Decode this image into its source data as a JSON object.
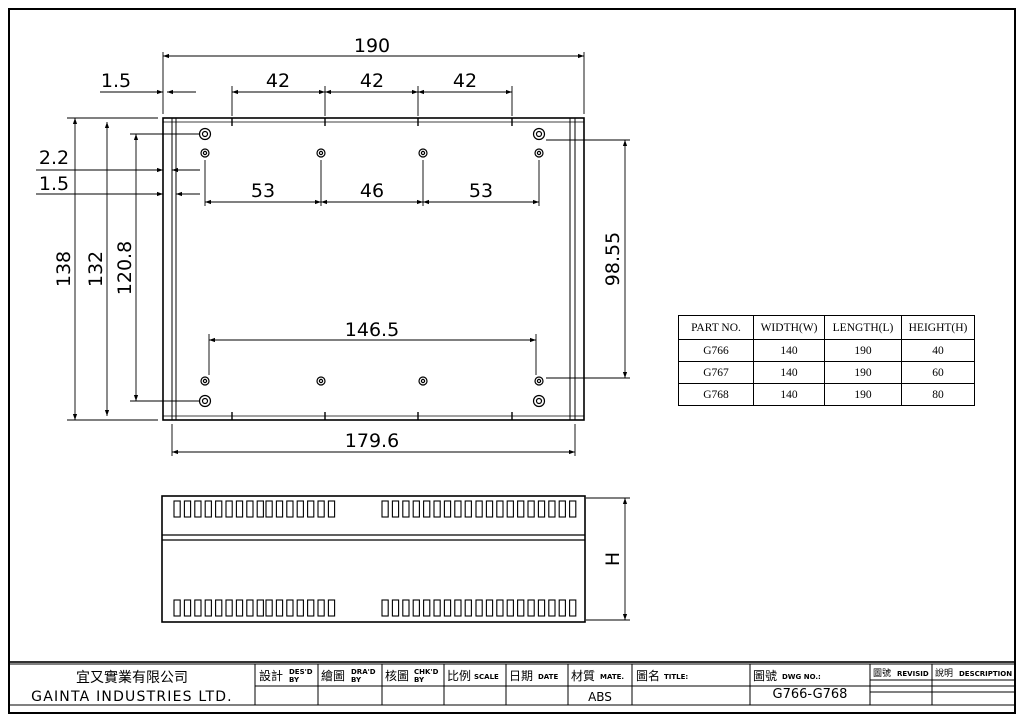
{
  "dimensions": {
    "overall_length": "190",
    "wall_offset_top": "1.5",
    "hole_pitch_1": "42",
    "hole_pitch_2": "42",
    "hole_pitch_3": "42",
    "edge_offset_a": "2.2",
    "edge_offset_b": "1.5",
    "span_left": "53",
    "span_mid": "46",
    "span_right": "53",
    "overall_width": "138",
    "inner_width": "132",
    "hole_spacing_v": "120.8",
    "right_hole_spacing": "98.55",
    "bottom_hole_span": "146.5",
    "inner_length": "179.6",
    "height_symbol": "H"
  },
  "spec_table": {
    "headers": [
      "PART NO.",
      "WIDTH(W)",
      "LENGTH(L)",
      "HEIGHT(H)"
    ],
    "rows": [
      [
        "G766",
        "140",
        "190",
        "40"
      ],
      [
        "G767",
        "140",
        "190",
        "60"
      ],
      [
        "G768",
        "140",
        "190",
        "80"
      ]
    ]
  },
  "title_block": {
    "company_cn": "宜又實業有限公司",
    "company_en": "GAINTA INDUSTRIES LTD.",
    "designed_cn": "設計",
    "designed_en": "DES'D",
    "designed_en2": "BY",
    "drawn_cn": "繪圖",
    "drawn_en": "DRA'D",
    "drawn_en2": "BY",
    "checked_cn": "核圖",
    "checked_en": "CHK'D",
    "checked_en2": "BY",
    "scale_cn": "比例",
    "scale_en": "SCALE",
    "date_cn": "日期",
    "date_en": "DATE",
    "material_cn": "材質",
    "material_en": "MATE.",
    "material_value": "ABS",
    "title_cn": "圖名",
    "title_en": "TITLE:",
    "dwg_cn": "圖號",
    "dwg_en": "DWG NO.:",
    "dwg_value": "G766-G768",
    "revision_cn": "圖號",
    "revision_en": "REVISID",
    "description_cn": "說明",
    "description_en": "DESCRIPTION"
  }
}
